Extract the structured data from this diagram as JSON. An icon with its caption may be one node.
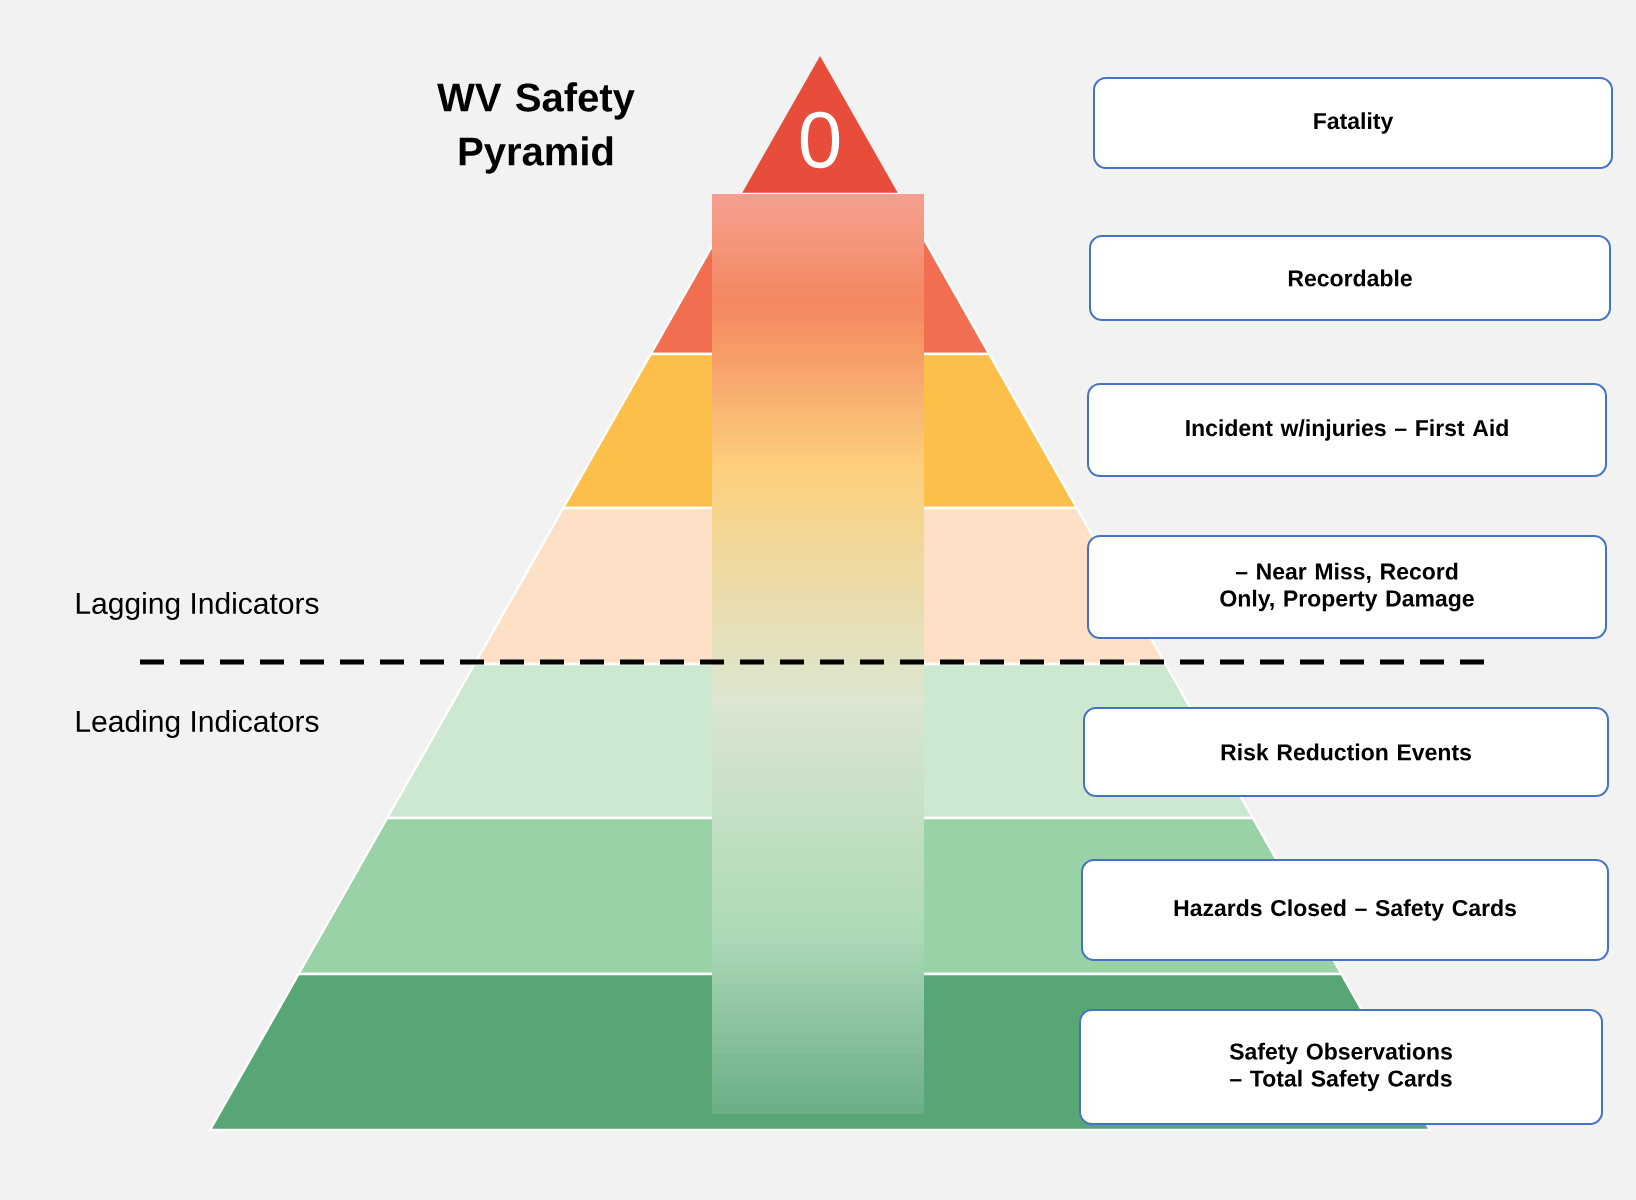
{
  "diagram": {
    "title": "WV Safety Pyramid",
    "nodes": [
      {
        "text": [
          "0"
        ]
      },
      {
        "text": [],
        "shape": "band"
      },
      {
        "text": [],
        "shape": "band"
      },
      {
        "text": [],
        "shape": "band"
      },
      {
        "text": [],
        "shape": "band"
      },
      {
        "text": [],
        "shape": "band"
      },
      {
        "text": [],
        "shape": "band"
      },
      {
        "text": [
          "Fatality"
        ]
      },
      {
        "text": [
          "Recordable"
        ]
      },
      {
        "text": [
          "Incident w/injuries – First Aid"
        ]
      },
      {
        "text": [
          "– Near Miss, Record Only, Property Damage"
        ]
      },
      {
        "text": [
          "Risk Reduction Events"
        ]
      },
      {
        "text": [
          "Hazards Closed – Safety Cards"
        ]
      },
      {
        "text": [
          "Safety Observations –  Total Safety  Cards"
        ]
      }
    ],
    "labels": [
      "Lagging Indicators",
      "Leading Indicators"
    ]
  }
}
